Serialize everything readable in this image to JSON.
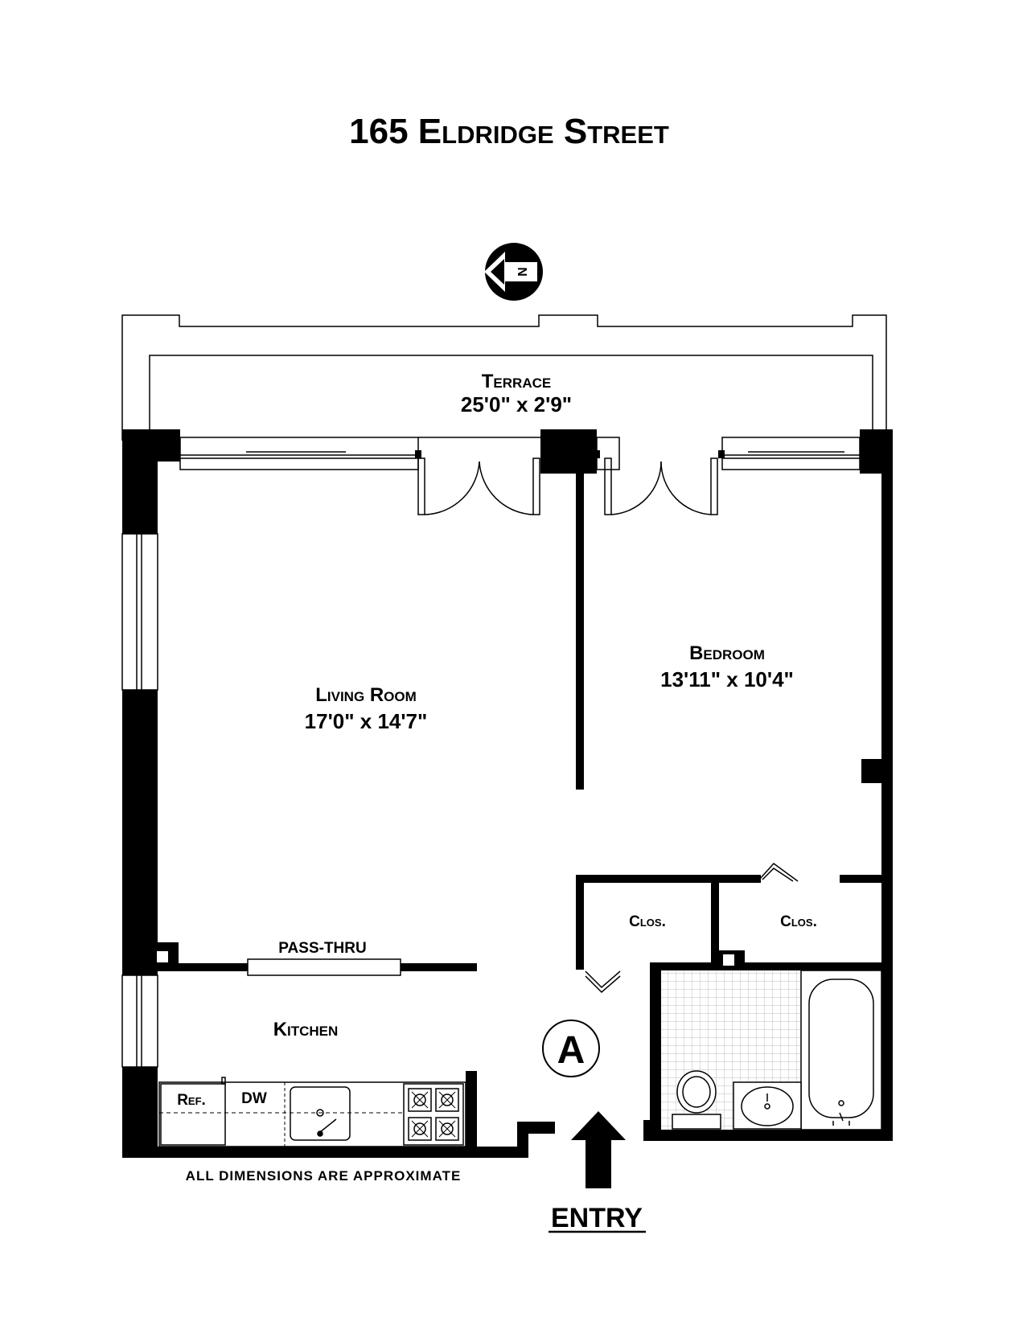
{
  "title": "165 Eldridge Street",
  "rooms": {
    "terrace": {
      "name": "Terrace",
      "dims": "25'0\"  x  2'9\""
    },
    "living_room": {
      "name": "Living  Room",
      "dims": "17'0\"  x  14'7\""
    },
    "bedroom": {
      "name": "Bedroom",
      "dims": "13'11\"  x  10'4\""
    },
    "kitchen": {
      "name": "Kitchen"
    },
    "closet_1": {
      "name": "Clos."
    },
    "closet_2": {
      "name": "Clos."
    }
  },
  "fixtures": {
    "pass_thru": "PASS-THRU",
    "refrigerator": "Ref.",
    "dishwasher": "DW"
  },
  "compass_label": "N",
  "unit_label": "A",
  "entry_label": "ENTRY",
  "footnote": "ALL  DIMENSIONS  ARE  APPROXIMATE",
  "colors": {
    "walls": "#000000",
    "tile": "#c8c8c8",
    "background": "#ffffff"
  }
}
